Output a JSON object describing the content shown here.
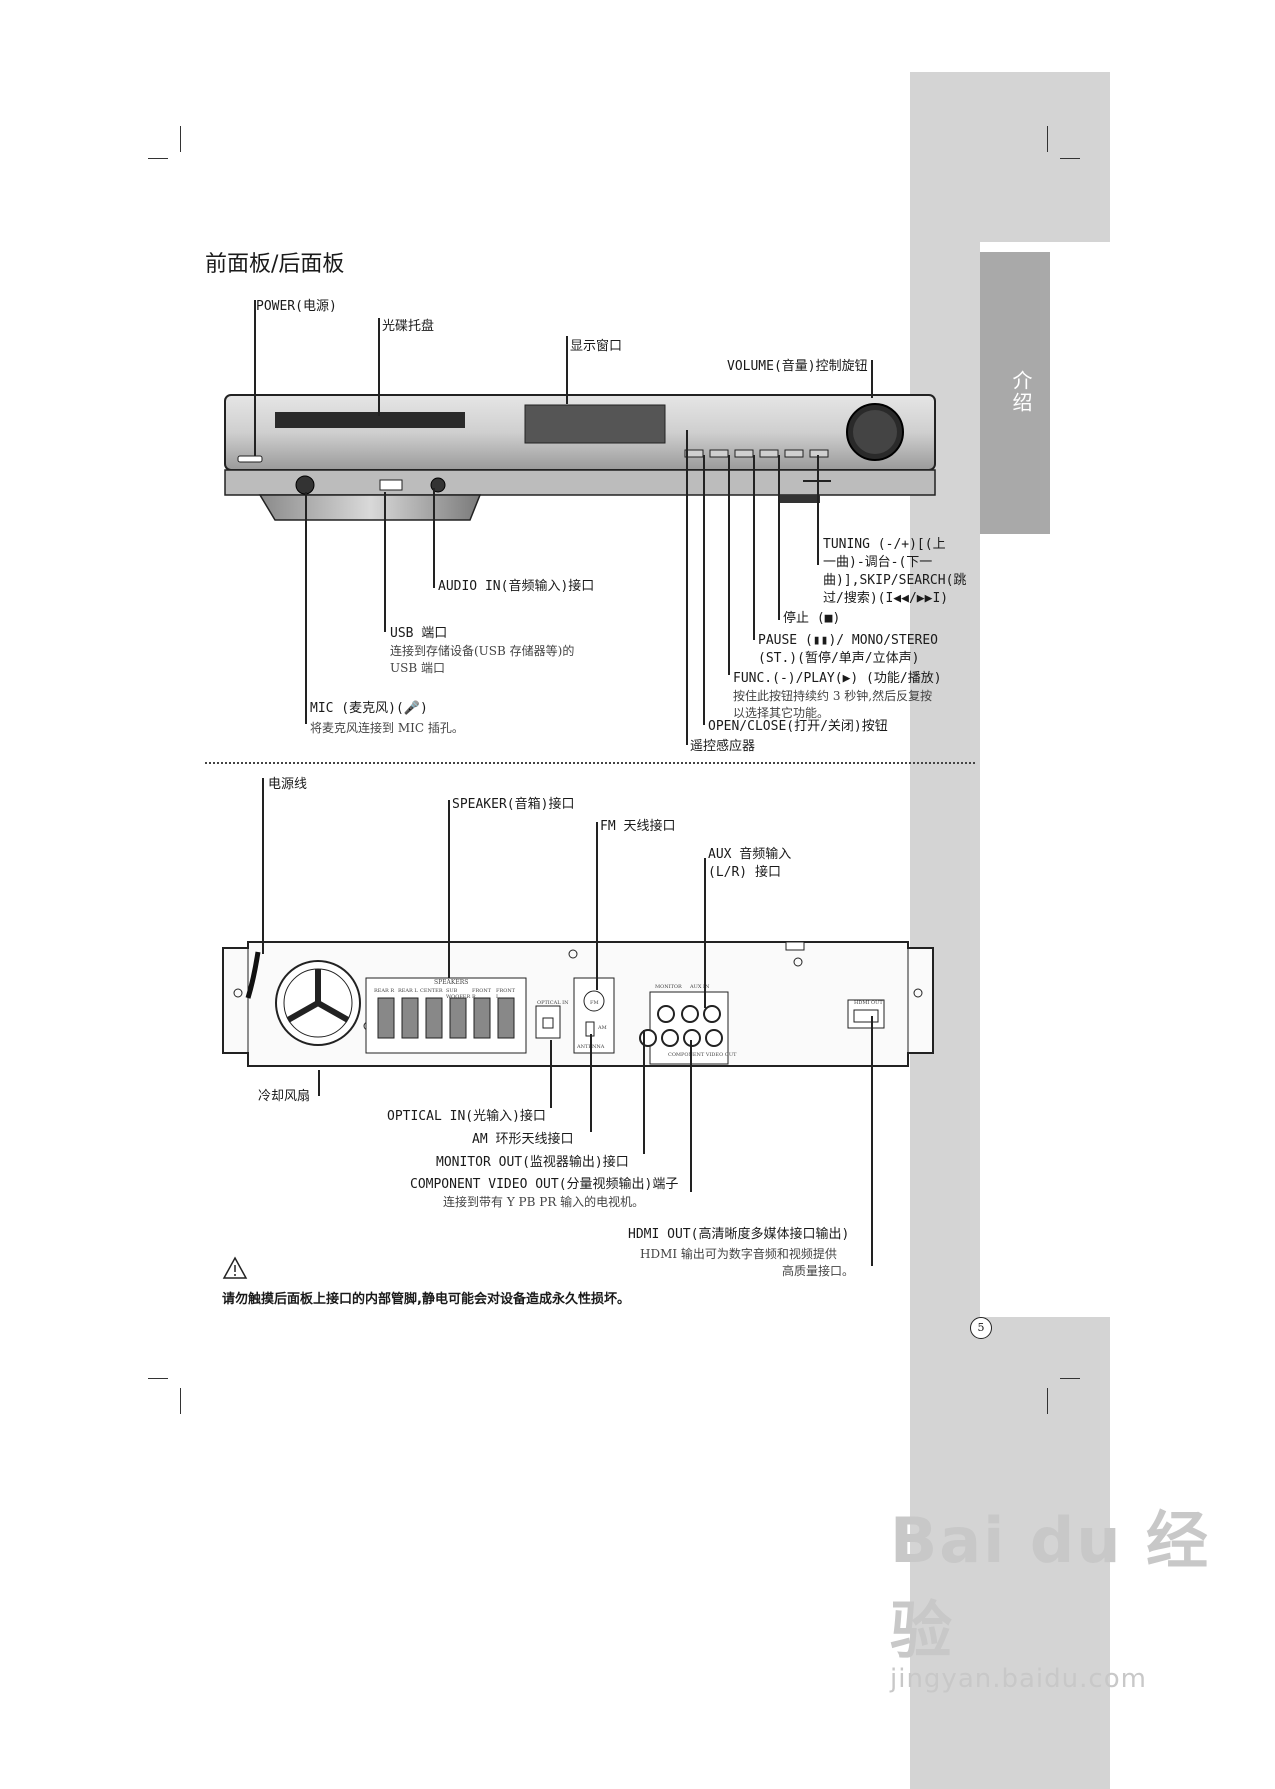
{
  "side_tab": {
    "label": "介绍"
  },
  "page_number": "5",
  "title": "前面板/后面板",
  "front": {
    "power": "POWER(电源)",
    "disc_tray": "光碟托盘",
    "display_window": "显示窗口",
    "volume": "VOLUME(音量)控制旋钮",
    "tuning_1": "TUNING (-/+)[(上",
    "tuning_2": "一曲)-调台-(下一",
    "tuning_3": "曲)],SKIP/SEARCH(跳",
    "tuning_4": "过/搜索)(I◀◀/▶▶I)",
    "stop": "停止 (■)",
    "pause_1": "PAUSE (▮▮)/ MONO/STEREO",
    "pause_2": "(ST.)(暂停/单声/立体声)",
    "func": "FUNC.(-)/PLAY(▶) (功能/播放)",
    "func_desc_1": "按住此按钮持续约 3 秒钟,然后反复按",
    "func_desc_2": "以选择其它功能。",
    "open_close": "OPEN/CLOSE(打开/关闭)按钮",
    "remote_sensor": "遥控感应器",
    "audio_in": "AUDIO IN(音频输入)接口",
    "usb": "USB 端口",
    "usb_desc_1": "连接到存储设备(USB 存储器等)的",
    "usb_desc_2": "USB 端口",
    "mic": "MIC (麦克风)(🎤)",
    "mic_desc": "将麦克风连接到 MIC 插孔。"
  },
  "rear": {
    "power_cord": "电源线",
    "speaker": "SPEAKER(音箱)接口",
    "fm": "FM 天线接口",
    "aux_1": "AUX 音频输入",
    "aux_2": "(L/R) 接口",
    "cooling_fan": "冷却风扇",
    "optical": "OPTICAL IN(光输入)接口",
    "am": "AM 环形天线接口",
    "monitor": "MONITOR OUT(监视器输出)接口",
    "component": "COMPONENT VIDEO OUT(分量视频输出)端子",
    "component_desc": "连接到带有 Y PB PR 输入的电视机。",
    "hdmi": "HDMI OUT(高清晰度多媒体接口输出)",
    "hdmi_desc_1": "HDMI 输出可为数字音频和视频提供",
    "hdmi_desc_2": "高质量接口。",
    "panel_text": {
      "speakers": "SPEAKERS",
      "sp_rear_r": "REAR R",
      "sp_rear_l": "REAR L",
      "sp_center": "CENTER",
      "sp_sub": "SUB WOOFER",
      "sp_front_r": "FRONT R",
      "sp_front_l": "FRONT L",
      "optical_in": "OPTICAL IN",
      "antenna": "ANTENNA",
      "fm_label": "FM",
      "am_label": "AM",
      "monitor": "MONITOR",
      "aux_in": "AUX IN",
      "component": "COMPONENT VIDEO OUT",
      "hdmi_out": "HDMI OUT"
    }
  },
  "warning": "请勿触摸后面板上接口的内部管脚,静电可能会对设备造成永久性损坏。",
  "watermark": {
    "brand": "Bai du 经验",
    "url": "jingyan.baidu.com"
  }
}
